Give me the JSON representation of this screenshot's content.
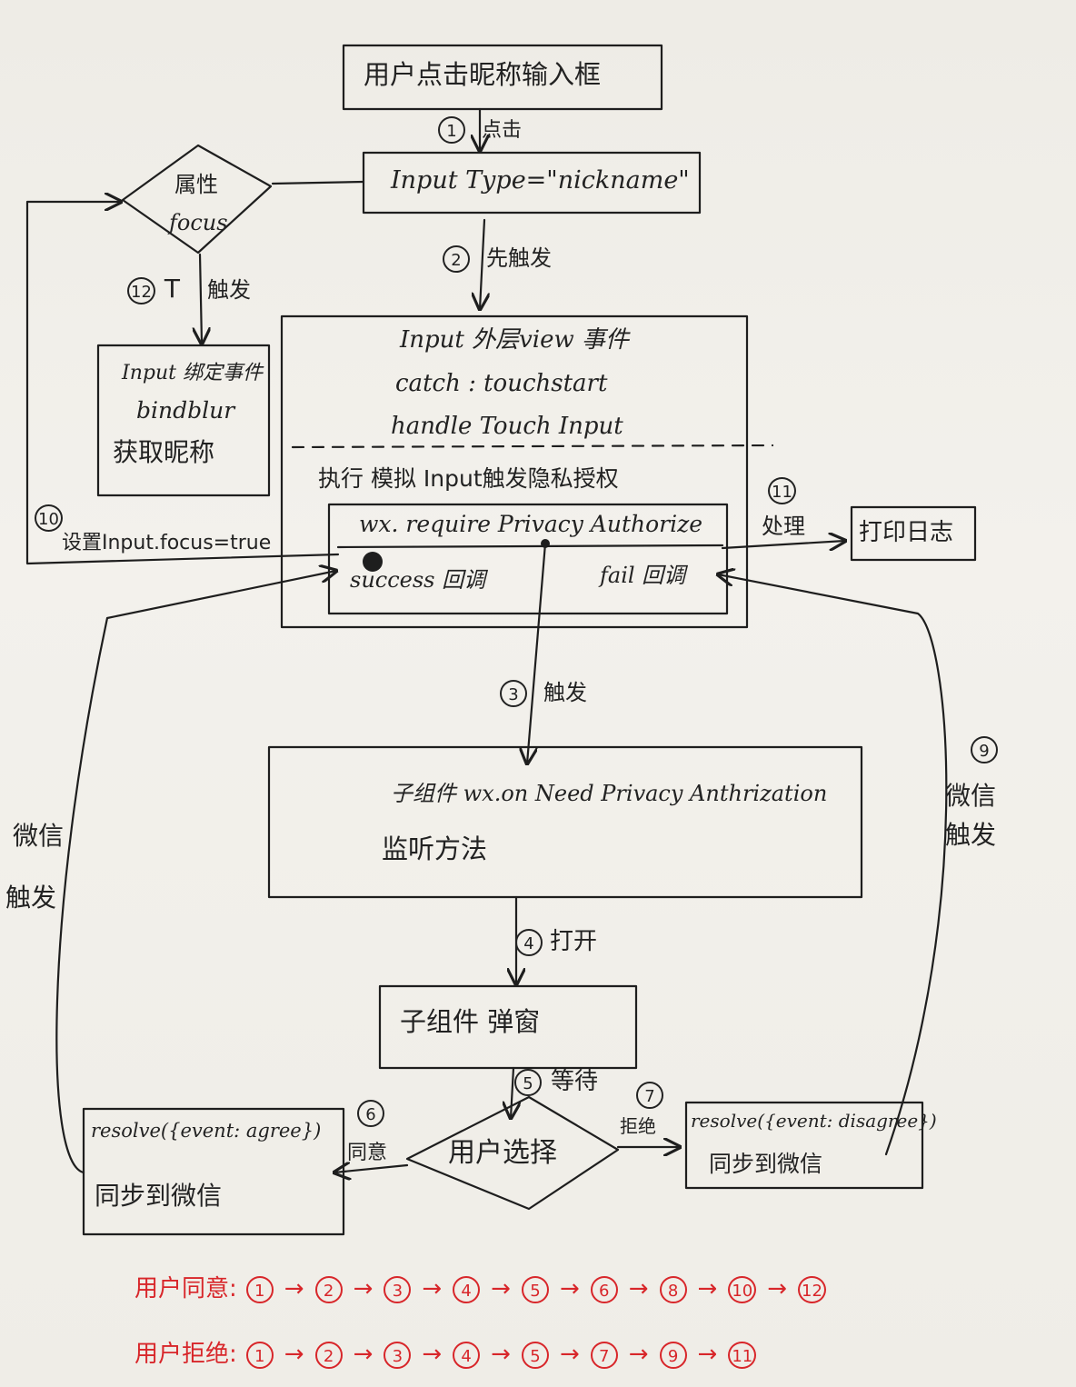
{
  "nodes": {
    "start": "用户点击昵称输入框",
    "input_type": "Input Type=\"nickname\"",
    "focus_prop_1": "属性",
    "focus_prop_2": "focus",
    "bindblur_1": "Input 绑定事件",
    "bindblur_2": "bindblur",
    "bindblur_3": "获取昵称",
    "outer_view_1": "Input 外层view 事件",
    "outer_view_2": "catch : touchstart",
    "outer_view_3": "handle Touch Input",
    "simulate": "执行 模拟 Input触发隐私授权",
    "require": "wx. require Privacy Authorize",
    "success": "success 回调",
    "fail": "fail 回调",
    "print_log": "打印日志",
    "child_listen_1": "子组件 wx.on Need Privacy Anthrization",
    "child_listen_2": "监听方法",
    "popup": "子组件 弹窗",
    "choice": "用户选择",
    "agree_1": "resolve({event: agree})",
    "agree_2": "同步到微信",
    "disagree_1": "resolve({event: disagree})",
    "disagree_2": "同步到微信"
  },
  "steps": {
    "s1": "1",
    "s1_label": "点击",
    "s2": "2",
    "s2_label": "先触发",
    "s3": "3",
    "s3_label": "触发",
    "s4": "4",
    "s4_label": "打开",
    "s5": "5",
    "s5_label": "等待",
    "s6": "6",
    "s6_label": "同意",
    "s7": "7",
    "s7_label": "拒绝",
    "s8_label_1": "微信",
    "s8_label_2": "触发",
    "s9": "9",
    "s9_label_1": "微信",
    "s9_label_2": "触发",
    "s10": "10",
    "s10_label": "设置Input.focus=true",
    "s11": "11",
    "s11_label": "处理",
    "s12": "12",
    "s12_label_1": "T",
    "s12_label_2": "触发"
  },
  "summary": {
    "agree_label": "用户同意:",
    "agree_seq": [
      "1",
      "2",
      "3",
      "4",
      "5",
      "6",
      "8",
      "10",
      "12"
    ],
    "reject_label": "用户拒绝:",
    "reject_seq": [
      "1",
      "2",
      "3",
      "4",
      "5",
      "7",
      "9",
      "11"
    ]
  },
  "colors": {
    "ink": "#1e1e1e",
    "red": "#d8262a",
    "paper": "#f1efe9"
  }
}
